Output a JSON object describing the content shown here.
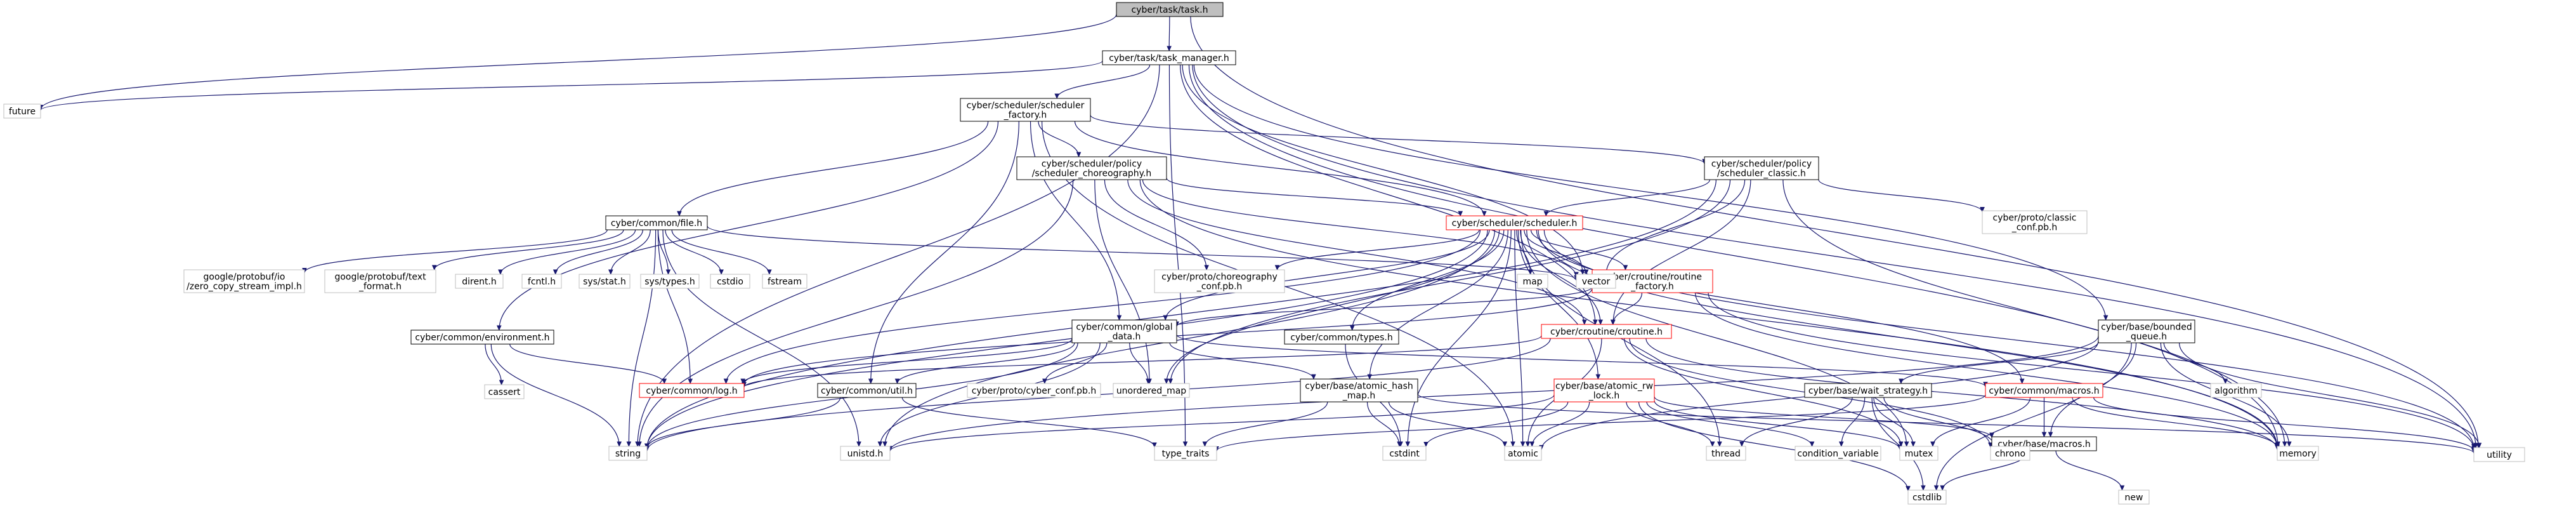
{
  "graph": {
    "colors": {
      "background": "#ffffff",
      "edge": "#191970",
      "border_default": "#000000",
      "border_external": "#bfbfbf",
      "border_highlight": "#ff0000",
      "fill_root": "#bfbfbf",
      "fill_default": "#ffffff",
      "text": "#000000"
    },
    "nodes": [
      {
        "id": "task_h",
        "label": [
          "cyber/task/task.h"
        ],
        "kind": "root"
      },
      {
        "id": "task_manager_h",
        "label": [
          "cyber/task/task_manager.h"
        ],
        "kind": "local"
      },
      {
        "id": "future",
        "label": [
          "future"
        ],
        "kind": "external"
      },
      {
        "id": "utility",
        "label": [
          "utility"
        ],
        "kind": "external"
      },
      {
        "id": "sched_factory_h",
        "label": [
          "cyber/scheduler/scheduler",
          "_factory.h"
        ],
        "kind": "local"
      },
      {
        "id": "sched_classic_h",
        "label": [
          "cyber/scheduler/policy",
          "/scheduler_classic.h"
        ],
        "kind": "local"
      },
      {
        "id": "sched_chor_h",
        "label": [
          "cyber/scheduler/policy",
          "/scheduler_choreography.h"
        ],
        "kind": "local"
      },
      {
        "id": "scheduler_h",
        "label": [
          "cyber/scheduler/scheduler.h"
        ],
        "kind": "highlight"
      },
      {
        "id": "common_file_h",
        "label": [
          "cyber/common/file.h"
        ],
        "kind": "local"
      },
      {
        "id": "classic_conf_pb_h",
        "label": [
          "cyber/proto/classic",
          "_conf.pb.h"
        ],
        "kind": "external"
      },
      {
        "id": "chor_conf_pb_h",
        "label": [
          "cyber/proto/choreography",
          "_conf.pb.h"
        ],
        "kind": "external"
      },
      {
        "id": "routine_factory_h",
        "label": [
          "cyber/croutine/routine",
          "_factory.h"
        ],
        "kind": "highlight"
      },
      {
        "id": "croutine_h",
        "label": [
          "cyber/croutine/croutine.h"
        ],
        "kind": "highlight"
      },
      {
        "id": "zero_copy_h",
        "label": [
          "google/protobuf/io",
          "/zero_copy_stream_impl.h"
        ],
        "kind": "external"
      },
      {
        "id": "text_format_h",
        "label": [
          "google/protobuf/text",
          "_format.h"
        ],
        "kind": "external"
      },
      {
        "id": "dirent_h",
        "label": [
          "dirent.h"
        ],
        "kind": "external"
      },
      {
        "id": "fcntl_h",
        "label": [
          "fcntl.h"
        ],
        "kind": "external"
      },
      {
        "id": "sys_stat_h",
        "label": [
          "sys/stat.h"
        ],
        "kind": "external"
      },
      {
        "id": "sys_types_h",
        "label": [
          "sys/types.h"
        ],
        "kind": "external"
      },
      {
        "id": "cstdio",
        "label": [
          "cstdio"
        ],
        "kind": "external"
      },
      {
        "id": "fstream",
        "label": [
          "fstream"
        ],
        "kind": "external"
      },
      {
        "id": "map",
        "label": [
          "map"
        ],
        "kind": "external"
      },
      {
        "id": "vector",
        "label": [
          "vector"
        ],
        "kind": "external"
      },
      {
        "id": "common_environment_h",
        "label": [
          "cyber/common/environment.h"
        ],
        "kind": "local"
      },
      {
        "id": "cassert",
        "label": [
          "cassert"
        ],
        "kind": "external"
      },
      {
        "id": "common_log_h",
        "label": [
          "cyber/common/log.h"
        ],
        "kind": "highlight"
      },
      {
        "id": "global_data_h",
        "label": [
          "cyber/common/global",
          "_data.h"
        ],
        "kind": "local"
      },
      {
        "id": "common_util_h",
        "label": [
          "cyber/common/util.h"
        ],
        "kind": "local"
      },
      {
        "id": "cyber_conf_pb_h",
        "label": [
          "cyber/proto/cyber_conf.pb.h"
        ],
        "kind": "external"
      },
      {
        "id": "unordered_map",
        "label": [
          "unordered_map"
        ],
        "kind": "external"
      },
      {
        "id": "common_types_h",
        "label": [
          "cyber/common/types.h"
        ],
        "kind": "local"
      },
      {
        "id": "atomic_hash_map_h",
        "label": [
          "cyber/base/atomic_hash",
          "_map.h"
        ],
        "kind": "local"
      },
      {
        "id": "atomic_rw_lock_h",
        "label": [
          "cyber/base/atomic_rw",
          "_lock.h"
        ],
        "kind": "highlight"
      },
      {
        "id": "bounded_queue_h",
        "label": [
          "cyber/base/bounded",
          "_queue.h"
        ],
        "kind": "local"
      },
      {
        "id": "wait_strategy_h",
        "label": [
          "cyber/base/wait_strategy.h"
        ],
        "kind": "local"
      },
      {
        "id": "common_macros_h",
        "label": [
          "cyber/common/macros.h"
        ],
        "kind": "highlight"
      },
      {
        "id": "base_macros_h",
        "label": [
          "cyber/base/macros.h"
        ],
        "kind": "local"
      },
      {
        "id": "algorithm",
        "label": [
          "algorithm"
        ],
        "kind": "external"
      },
      {
        "id": "string",
        "label": [
          "string"
        ],
        "kind": "external"
      },
      {
        "id": "unistd_h",
        "label": [
          "unistd.h"
        ],
        "kind": "external"
      },
      {
        "id": "type_traits",
        "label": [
          "type_traits"
        ],
        "kind": "external"
      },
      {
        "id": "cstdint",
        "label": [
          "cstdint"
        ],
        "kind": "external"
      },
      {
        "id": "atomic",
        "label": [
          "atomic"
        ],
        "kind": "external"
      },
      {
        "id": "thread",
        "label": [
          "thread"
        ],
        "kind": "external"
      },
      {
        "id": "condition_variable",
        "label": [
          "condition_variable"
        ],
        "kind": "external"
      },
      {
        "id": "mutex",
        "label": [
          "mutex"
        ],
        "kind": "external"
      },
      {
        "id": "chrono",
        "label": [
          "chrono"
        ],
        "kind": "external"
      },
      {
        "id": "memory",
        "label": [
          "memory"
        ],
        "kind": "external"
      },
      {
        "id": "cstdlib",
        "label": [
          "cstdlib"
        ],
        "kind": "external"
      },
      {
        "id": "new",
        "label": [
          "new"
        ],
        "kind": "external"
      }
    ],
    "edges": [
      [
        "task_h",
        "task_manager_h"
      ],
      [
        "task_h",
        "future"
      ],
      [
        "task_h",
        "utility"
      ],
      [
        "task_manager_h",
        "future"
      ],
      [
        "task_manager_h",
        "string"
      ],
      [
        "task_manager_h",
        "utility"
      ],
      [
        "task_manager_h",
        "vector"
      ],
      [
        "task_manager_h",
        "memory"
      ],
      [
        "task_manager_h",
        "sched_factory_h"
      ],
      [
        "task_manager_h",
        "bounded_queue_h"
      ],
      [
        "task_manager_h",
        "type_traits"
      ],
      [
        "task_manager_h",
        "croutine_h"
      ],
      [
        "sched_factory_h",
        "sched_classic_h"
      ],
      [
        "sched_factory_h",
        "sched_chor_h"
      ],
      [
        "sched_factory_h",
        "scheduler_h"
      ],
      [
        "sched_factory_h",
        "common_file_h"
      ],
      [
        "sched_factory_h",
        "common_environment_h"
      ],
      [
        "sched_factory_h",
        "global_data_h"
      ],
      [
        "sched_factory_h",
        "common_util_h"
      ],
      [
        "sched_factory_h",
        "atomic"
      ],
      [
        "sched_classic_h",
        "scheduler_h"
      ],
      [
        "sched_classic_h",
        "classic_conf_pb_h"
      ],
      [
        "sched_classic_h",
        "croutine_h"
      ],
      [
        "sched_classic_h",
        "memory"
      ],
      [
        "sched_classic_h",
        "vector"
      ],
      [
        "sched_classic_h",
        "string"
      ],
      [
        "sched_classic_h",
        "unordered_map"
      ],
      [
        "sched_chor_h",
        "scheduler_h"
      ],
      [
        "sched_chor_h",
        "chor_conf_pb_h"
      ],
      [
        "sched_chor_h",
        "croutine_h"
      ],
      [
        "sched_chor_h",
        "string"
      ],
      [
        "sched_chor_h",
        "vector"
      ],
      [
        "sched_chor_h",
        "memory"
      ],
      [
        "sched_chor_h",
        "unordered_map"
      ],
      [
        "scheduler_h",
        "routine_factory_h"
      ],
      [
        "scheduler_h",
        "croutine_h"
      ],
      [
        "scheduler_h",
        "common_log_h"
      ],
      [
        "scheduler_h",
        "common_macros_h"
      ],
      [
        "scheduler_h",
        "common_types_h"
      ],
      [
        "scheduler_h",
        "atomic_hash_map_h"
      ],
      [
        "scheduler_h",
        "atomic_rw_lock_h"
      ],
      [
        "scheduler_h",
        "chor_conf_pb_h"
      ],
      [
        "scheduler_h",
        "map"
      ],
      [
        "scheduler_h",
        "vector"
      ],
      [
        "scheduler_h",
        "thread"
      ],
      [
        "scheduler_h",
        "mutex"
      ],
      [
        "scheduler_h",
        "atomic"
      ],
      [
        "scheduler_h",
        "string"
      ],
      [
        "scheduler_h",
        "unordered_map"
      ],
      [
        "scheduler_h",
        "memory"
      ],
      [
        "scheduler_h",
        "unistd_h"
      ],
      [
        "scheduler_h",
        "utility"
      ],
      [
        "scheduler_h",
        "global_data_h"
      ],
      [
        "scheduler_h",
        "cstdint"
      ],
      [
        "common_file_h",
        "zero_copy_h"
      ],
      [
        "common_file_h",
        "text_format_h"
      ],
      [
        "common_file_h",
        "dirent_h"
      ],
      [
        "common_file_h",
        "fcntl_h"
      ],
      [
        "common_file_h",
        "sys_stat_h"
      ],
      [
        "common_file_h",
        "sys_types_h"
      ],
      [
        "common_file_h",
        "cstdio"
      ],
      [
        "common_file_h",
        "fstream"
      ],
      [
        "common_file_h",
        "string"
      ],
      [
        "common_file_h",
        "vector"
      ],
      [
        "common_file_h",
        "common_log_h"
      ],
      [
        "common_file_h",
        "unistd_h"
      ],
      [
        "routine_factory_h",
        "croutine_h"
      ],
      [
        "routine_factory_h",
        "common_log_h"
      ],
      [
        "routine_factory_h",
        "global_data_h"
      ],
      [
        "routine_factory_h",
        "memory"
      ],
      [
        "routine_factory_h",
        "utility"
      ],
      [
        "croutine_h",
        "common_log_h"
      ],
      [
        "croutine_h",
        "atomic"
      ],
      [
        "croutine_h",
        "chrono"
      ],
      [
        "croutine_h",
        "mutex"
      ],
      [
        "croutine_h",
        "string"
      ],
      [
        "croutine_h",
        "memory"
      ],
      [
        "common_environment_h",
        "cassert"
      ],
      [
        "common_environment_h",
        "string"
      ],
      [
        "common_environment_h",
        "common_log_h"
      ],
      [
        "global_data_h",
        "common_log_h"
      ],
      [
        "global_data_h",
        "common_util_h"
      ],
      [
        "global_data_h",
        "common_macros_h"
      ],
      [
        "global_data_h",
        "atomic_hash_map_h"
      ],
      [
        "global_data_h",
        "cyber_conf_pb_h"
      ],
      [
        "global_data_h",
        "unordered_map"
      ],
      [
        "global_data_h",
        "string"
      ],
      [
        "global_data_h",
        "unistd_h"
      ],
      [
        "common_util_h",
        "string"
      ],
      [
        "common_util_h",
        "type_traits"
      ],
      [
        "common_types_h",
        "cstdint"
      ],
      [
        "atomic_hash_map_h",
        "cstdint"
      ],
      [
        "atomic_hash_map_h",
        "atomic"
      ],
      [
        "atomic_hash_map_h",
        "type_traits"
      ],
      [
        "atomic_hash_map_h",
        "utility"
      ],
      [
        "atomic_rw_lock_h",
        "atomic"
      ],
      [
        "atomic_rw_lock_h",
        "condition_variable"
      ],
      [
        "atomic_rw_lock_h",
        "cstdint"
      ],
      [
        "atomic_rw_lock_h",
        "cstdlib"
      ],
      [
        "atomic_rw_lock_h",
        "mutex"
      ],
      [
        "atomic_rw_lock_h",
        "thread"
      ],
      [
        "atomic_rw_lock_h",
        "unistd_h"
      ],
      [
        "atomic_rw_lock_h",
        "base_macros_h"
      ],
      [
        "bounded_queue_h",
        "wait_strategy_h"
      ],
      [
        "bounded_queue_h",
        "base_macros_h"
      ],
      [
        "bounded_queue_h",
        "algorithm"
      ],
      [
        "bounded_queue_h",
        "atomic"
      ],
      [
        "bounded_queue_h",
        "cstdlib"
      ],
      [
        "bounded_queue_h",
        "memory"
      ],
      [
        "bounded_queue_h",
        "utility"
      ],
      [
        "bounded_queue_h",
        "unistd_h"
      ],
      [
        "wait_strategy_h",
        "chrono"
      ],
      [
        "wait_strategy_h",
        "condition_variable"
      ],
      [
        "wait_strategy_h",
        "cstdlib"
      ],
      [
        "wait_strategy_h",
        "mutex"
      ],
      [
        "wait_strategy_h",
        "thread"
      ],
      [
        "common_macros_h",
        "base_macros_h"
      ],
      [
        "common_macros_h",
        "type_traits"
      ],
      [
        "common_macros_h",
        "memory"
      ],
      [
        "common_macros_h",
        "mutex"
      ],
      [
        "common_macros_h",
        "utility"
      ],
      [
        "base_macros_h",
        "cstdlib"
      ],
      [
        "base_macros_h",
        "new"
      ]
    ]
  }
}
